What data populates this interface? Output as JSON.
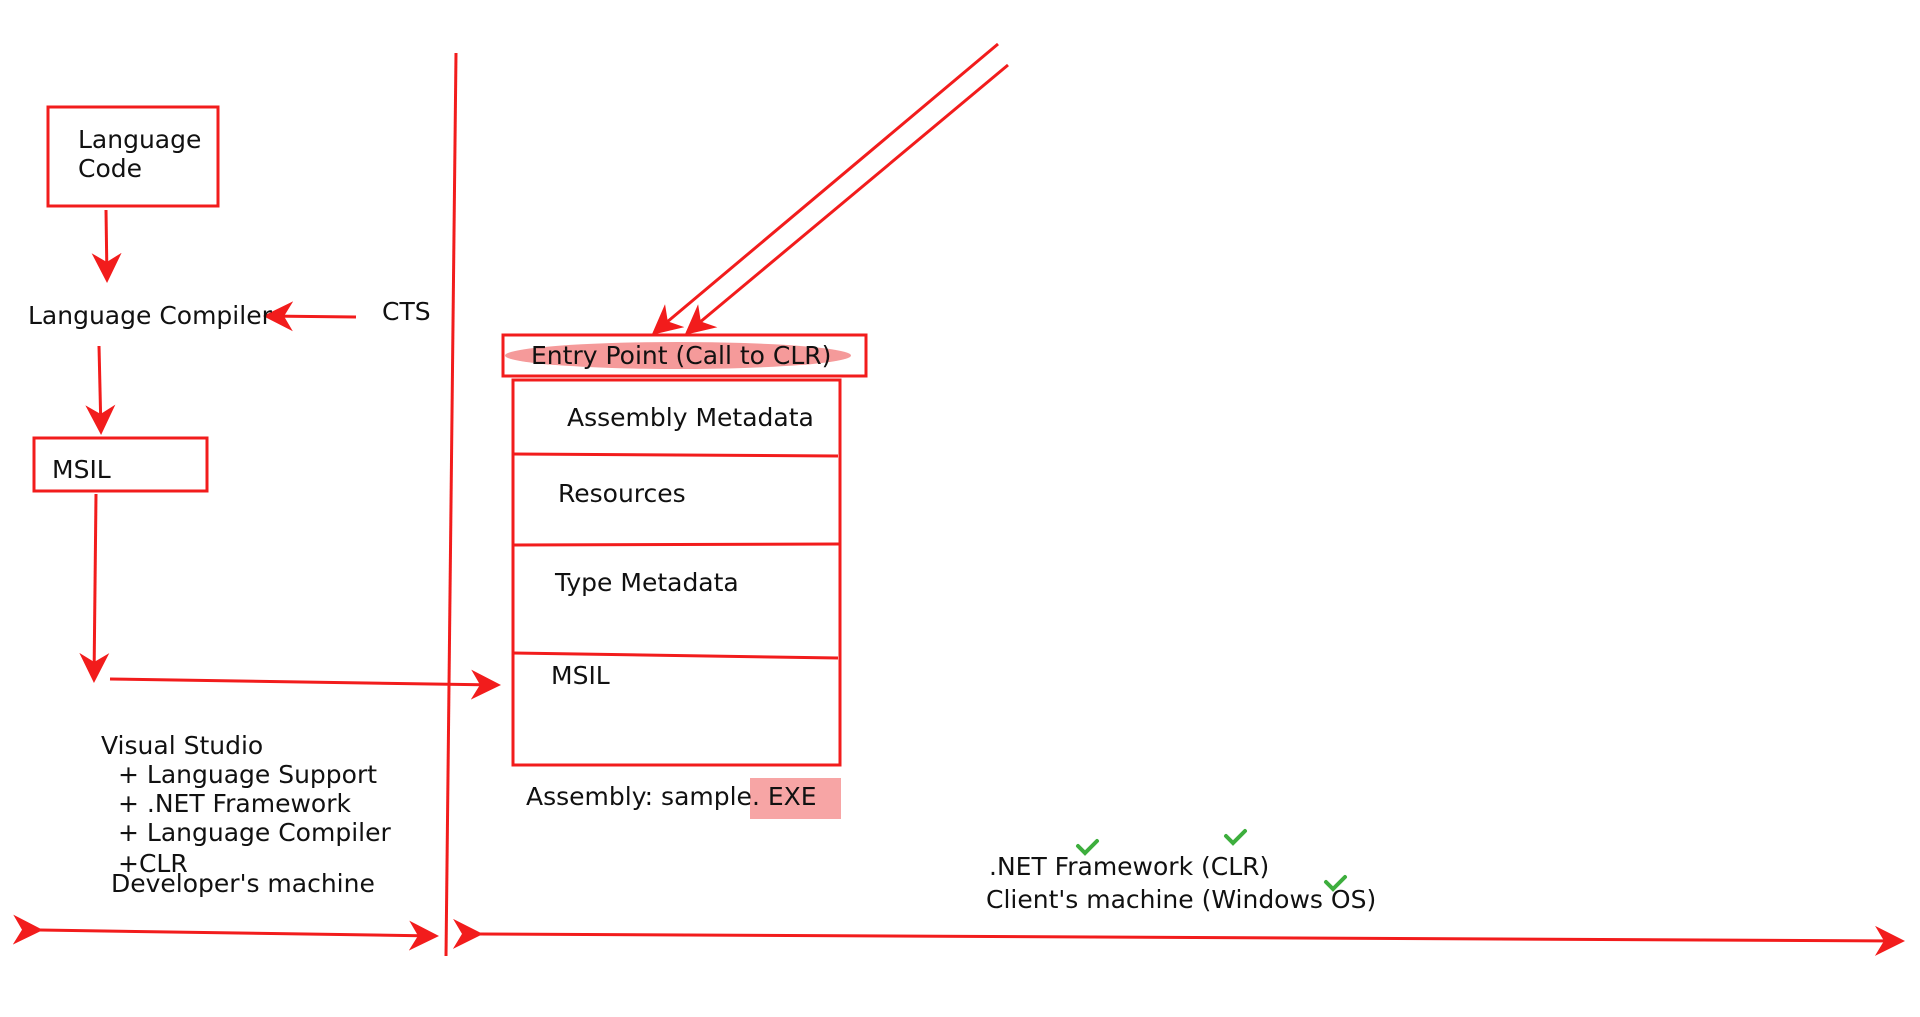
{
  "left": {
    "language_code": [
      "Language",
      "Code"
    ],
    "language_compiler": "Language Compiler",
    "cts": "CTS",
    "msil": "MSIL",
    "visual_studio": "Visual Studio",
    "vs_items": [
      "+  Language Support",
      "+ .NET Framework",
      "+  Language Compiler",
      "+CLR"
    ],
    "developers_machine": "Developer's machine"
  },
  "assembly": {
    "entry_point": "Entry Point (Call to CLR)",
    "sections": [
      "Assembly Metadata",
      "Resources",
      "Type Metadata",
      "MSIL"
    ],
    "caption_prefix": "Assembly: sample.",
    "caption_ext": " EXE"
  },
  "client": {
    "framework": ".NET Framework (CLR)",
    "machine": "Client's machine (Windows OS)"
  },
  "colors": {
    "ink": "#f21c1c",
    "highlight": "#f7a5a5",
    "check": "#3dae3d"
  }
}
